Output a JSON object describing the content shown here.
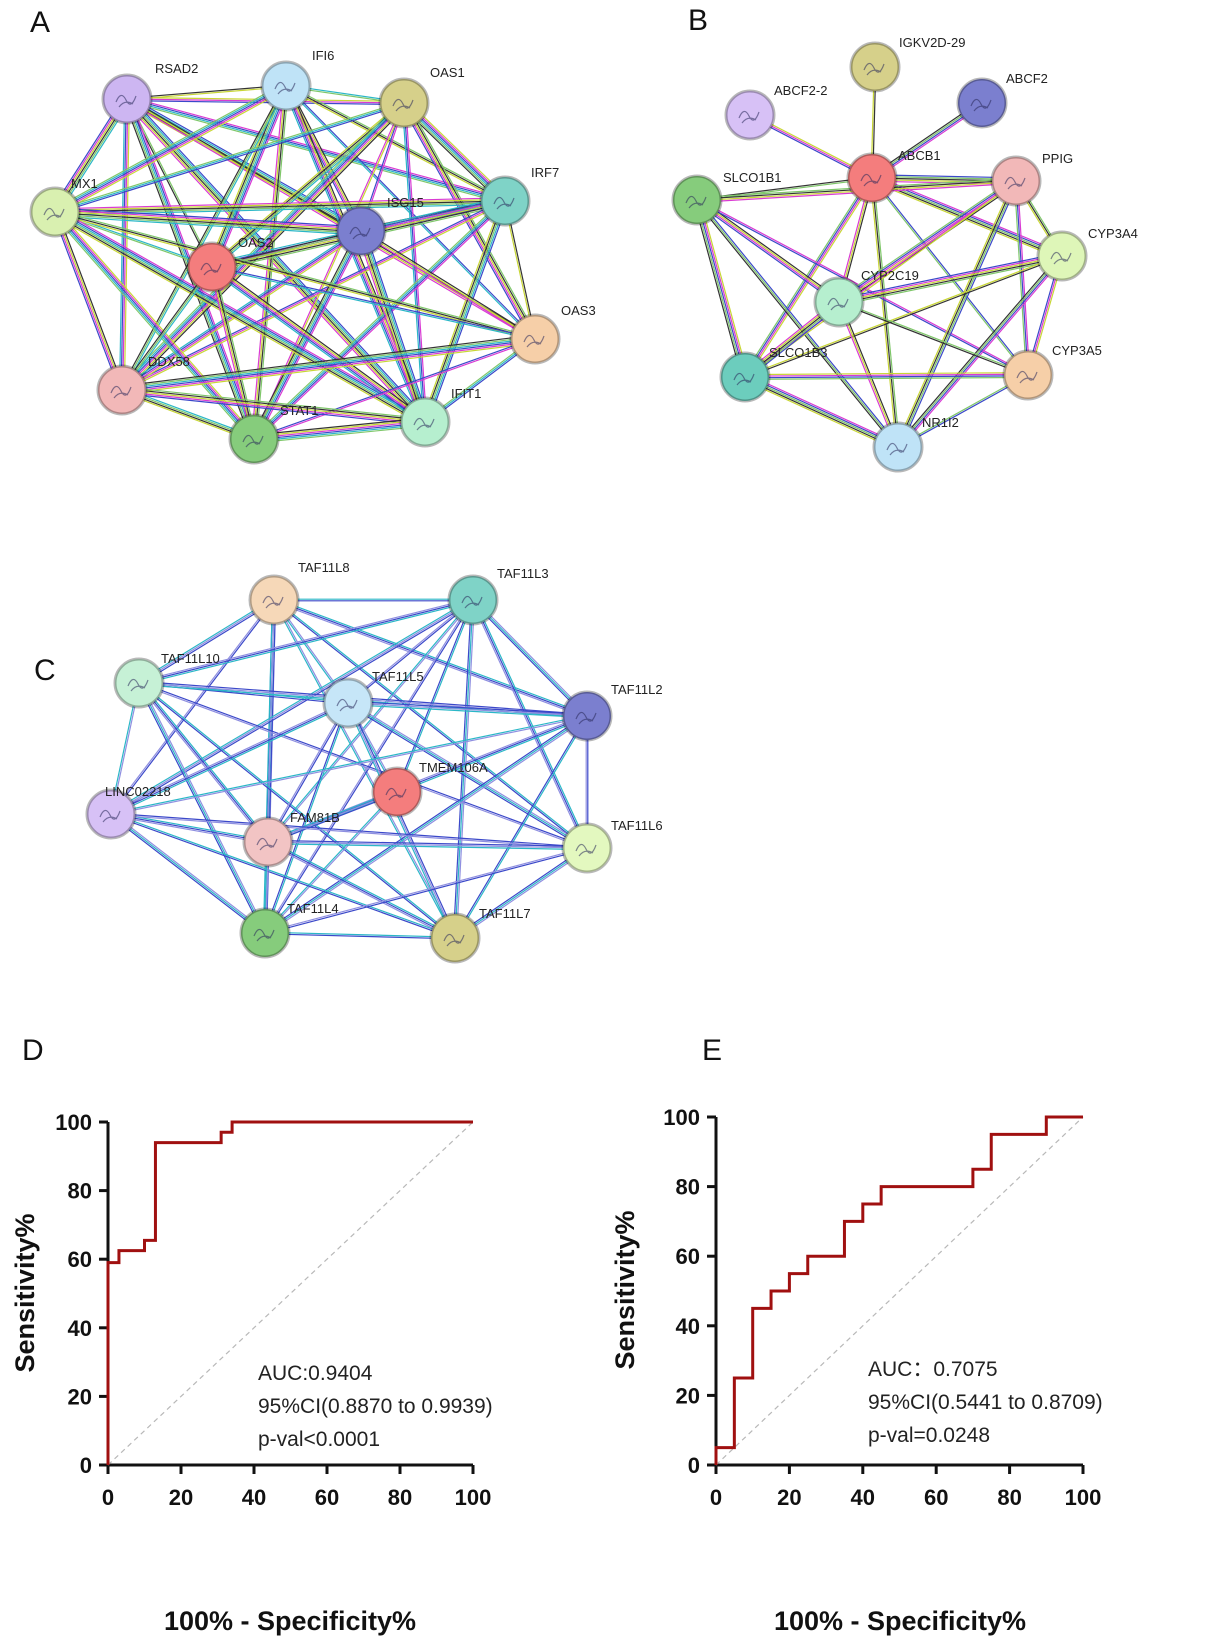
{
  "panels": {
    "a": "A",
    "b": "B",
    "c": "C",
    "d": "D",
    "e": "E"
  },
  "networks": [
    {
      "id": "A",
      "nodes": [
        {
          "name": "RSAD2",
          "color": "#cdb6f2"
        },
        {
          "name": "IFI6",
          "color": "#bfe3f7"
        },
        {
          "name": "OAS1",
          "color": "#d6d08a"
        },
        {
          "name": "IRF7",
          "color": "#7fd3c7"
        },
        {
          "name": "ISG15",
          "color": "#7b7fcf"
        },
        {
          "name": "MX1",
          "color": "#d9f0b0"
        },
        {
          "name": "OAS2",
          "color": "#f47d7d"
        },
        {
          "name": "OAS3",
          "color": "#f6cfa8"
        },
        {
          "name": "DDX58",
          "color": "#f2b8b8"
        },
        {
          "name": "STAT1",
          "color": "#86cc7c"
        },
        {
          "name": "IFIT1",
          "color": "#b6efcf"
        }
      ]
    },
    {
      "id": "B",
      "nodes": [
        {
          "name": "IGKV2D-29",
          "color": "#d6d08a"
        },
        {
          "name": "ABCF2-2",
          "color": "#d7c1f6"
        },
        {
          "name": "ABCF2",
          "color": "#7b7fcf"
        },
        {
          "name": "ABCB1",
          "color": "#f47d7d"
        },
        {
          "name": "PPIG",
          "color": "#f2b8b8"
        },
        {
          "name": "SLCO1B1",
          "color": "#86cc7c"
        },
        {
          "name": "CYP3A4",
          "color": "#def6b8"
        },
        {
          "name": "CYP2C19",
          "color": "#b6efcf"
        },
        {
          "name": "SLCO1B3",
          "color": "#6ccdbd"
        },
        {
          "name": "CYP3A5",
          "color": "#f6cfa8"
        },
        {
          "name": "NR1I2",
          "color": "#bfe3f7"
        }
      ]
    },
    {
      "id": "C",
      "nodes": [
        {
          "name": "TAF11L8",
          "color": "#f6d8b8"
        },
        {
          "name": "TAF11L3",
          "color": "#7fd3c7"
        },
        {
          "name": "TAF11L10",
          "color": "#c6f1d6"
        },
        {
          "name": "TAF11L5",
          "color": "#c6e6f8"
        },
        {
          "name": "TAF11L2",
          "color": "#7b7fcf"
        },
        {
          "name": "TMEM106A",
          "color": "#f47d7d"
        },
        {
          "name": "LINC02218",
          "color": "#d7c1f6"
        },
        {
          "name": "FAM81B",
          "color": "#f2c4c4"
        },
        {
          "name": "TAF11L6",
          "color": "#e3f8bf"
        },
        {
          "name": "TAF11L4",
          "color": "#86cc7c"
        },
        {
          "name": "TAF11L7",
          "color": "#d6d08a"
        }
      ]
    }
  ],
  "chart_data": [
    {
      "type": "line",
      "panel": "D",
      "xlabel": "100% - Specificity%",
      "ylabel": "Sensitivity%",
      "xlim": [
        0,
        100
      ],
      "ylim": [
        0,
        100
      ],
      "xticks": [
        "0",
        "20",
        "40",
        "60",
        "80",
        "100"
      ],
      "yticks": [
        "0",
        "20",
        "40",
        "60",
        "80",
        "100"
      ],
      "roc_x": [
        0,
        0,
        0,
        3,
        3,
        10,
        10,
        13,
        13,
        31,
        31,
        34,
        34,
        100
      ],
      "roc_y": [
        0,
        59,
        59,
        59,
        62.5,
        62.5,
        65.5,
        65.5,
        94,
        94,
        97,
        97,
        100,
        100
      ],
      "diagonal": true,
      "line_color": "#a01010",
      "annotation": [
        "AUC:0.9404",
        "95%CI(0.8870 to 0.9939)",
        "p-val<0.0001"
      ]
    },
    {
      "type": "line",
      "panel": "E",
      "xlabel": "100% - Specificity%",
      "ylabel": "Sensitivity%",
      "xlim": [
        0,
        100
      ],
      "ylim": [
        0,
        100
      ],
      "xticks": [
        "0",
        "20",
        "40",
        "60",
        "80",
        "100"
      ],
      "yticks": [
        "0",
        "20",
        "40",
        "60",
        "80",
        "100"
      ],
      "roc_x": [
        0,
        0,
        5,
        5,
        10,
        10,
        15,
        15,
        20,
        20,
        25,
        25,
        35,
        35,
        40,
        40,
        45,
        45,
        70,
        70,
        75,
        75,
        90,
        90,
        100
      ],
      "roc_y": [
        0,
        5,
        5,
        25,
        25,
        45,
        45,
        50,
        50,
        55,
        55,
        60,
        60,
        70,
        70,
        75,
        75,
        80,
        80,
        85,
        85,
        95,
        95,
        100,
        100
      ],
      "diagonal": true,
      "line_color": "#a01010",
      "annotation": [
        "AUC：0.7075",
        "95%CI(0.5441 to 0.8709)",
        "p-val=0.0248"
      ]
    }
  ]
}
